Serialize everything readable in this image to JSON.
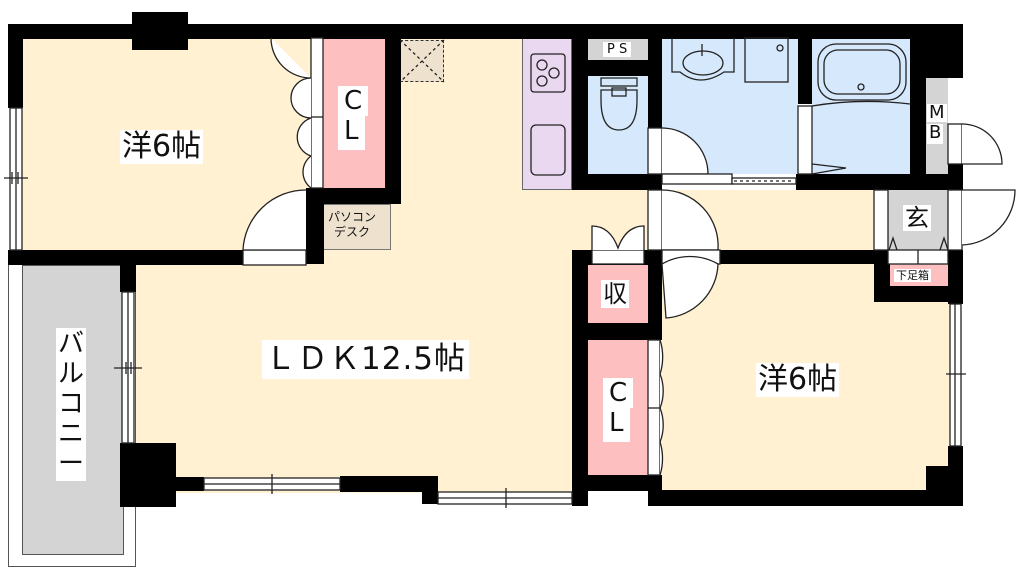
{
  "colors": {
    "room_floor": "#fff1d2",
    "closet": "#fdbfc0",
    "kitchen": "#ead8f1",
    "wet_area": "#d6e8fb",
    "genkan": "#d4d4d4",
    "balcony": "#d4d4d4",
    "desk": "#eee2cf",
    "wall": "#000000"
  },
  "rooms": {
    "western_room_1": {
      "label": "洋6帖"
    },
    "western_room_2": {
      "label": "洋6帖"
    },
    "ldk": {
      "label": "ＬＤＫ12.5帖"
    },
    "balcony": {
      "label": "バルコニー"
    },
    "entrance": {
      "label": "玄"
    },
    "closet_1": {
      "label_c": "C",
      "label_l": "L"
    },
    "closet_2": {
      "label_c": "C",
      "label_l": "L"
    },
    "storage": {
      "label": "収"
    },
    "pipe_space": {
      "label": "P S"
    },
    "meter_box": {
      "label_m": "M",
      "label_b": "B"
    },
    "shoe_box": {
      "label": "下足箱"
    },
    "pc_desk": {
      "line1": "パソコン",
      "line2": "デスク"
    }
  }
}
